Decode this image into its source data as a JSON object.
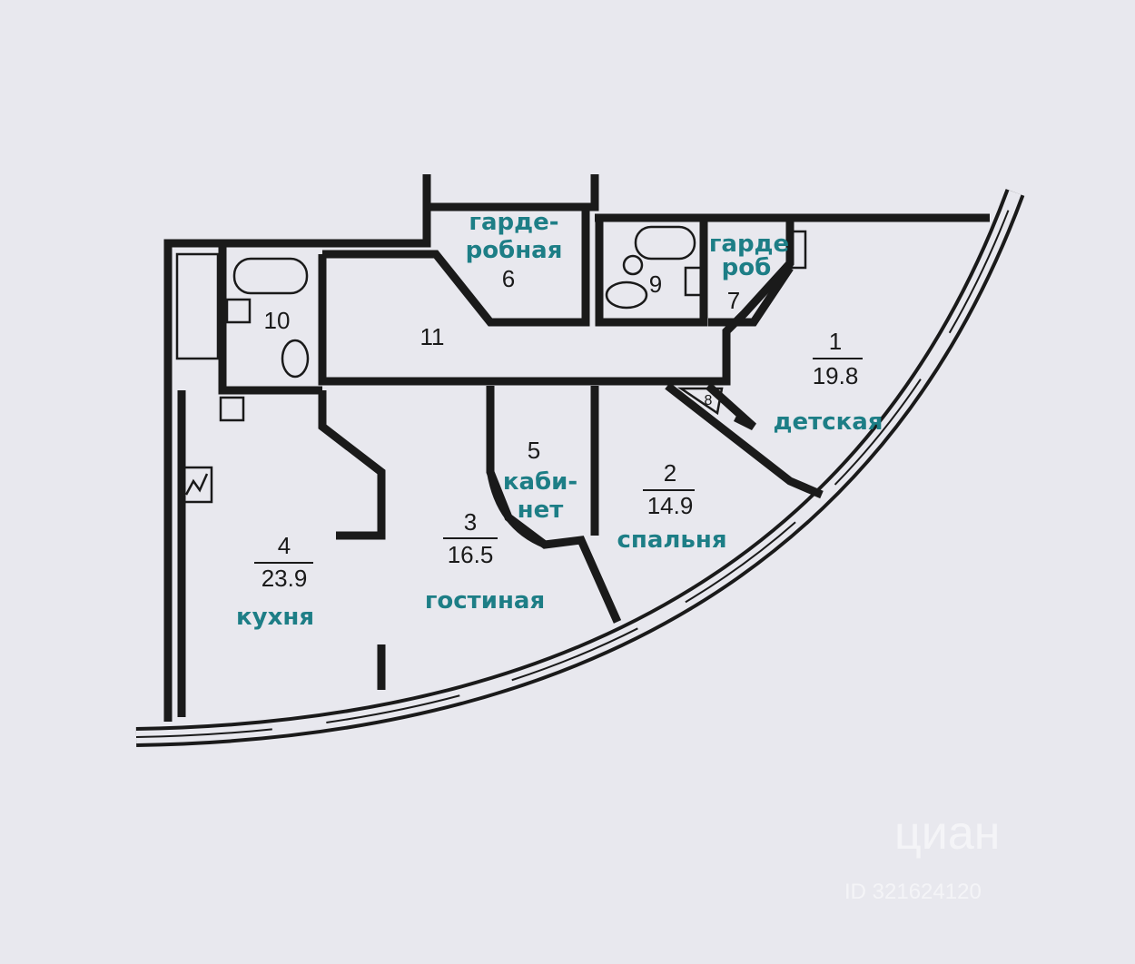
{
  "rooms": [
    {
      "number": "1",
      "area": "19.8",
      "name": "детская"
    },
    {
      "number": "2",
      "area": "14.9",
      "name": "спальня"
    },
    {
      "number": "3",
      "area": "16.5",
      "name": "гостиная"
    },
    {
      "number": "4",
      "area": "23.9",
      "name": "кухня"
    },
    {
      "number": "5",
      "name_line1": "каби-",
      "name_line2": "нет"
    },
    {
      "number": "6",
      "name_line1": "гарде-",
      "name_line2": "робная"
    },
    {
      "number": "7",
      "name_line1": "гарде",
      "name_line2": "роб"
    },
    {
      "number": "8"
    },
    {
      "number": "9"
    },
    {
      "number": "10"
    },
    {
      "number": "11"
    }
  ],
  "watermark": {
    "brand": "циан",
    "id": "ID 321624120"
  },
  "colors": {
    "label": "#1d7e86",
    "wall": "#1a1a1a",
    "paper": "#e8e8ee"
  }
}
